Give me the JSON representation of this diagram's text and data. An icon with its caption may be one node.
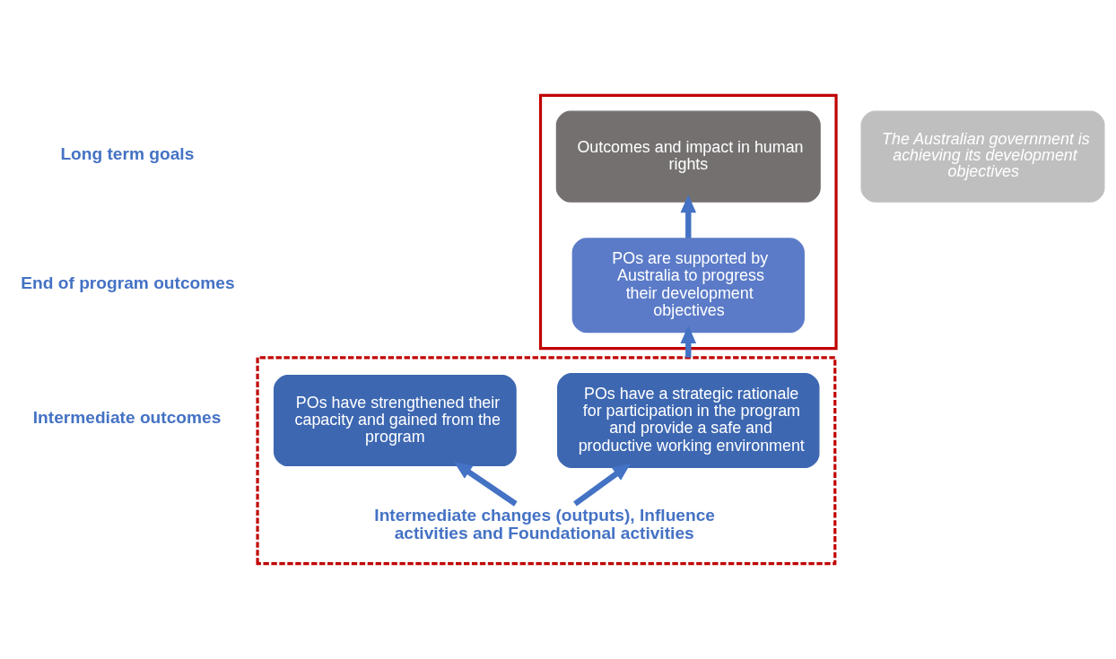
{
  "diagram": {
    "nodes": [
      {
        "text": [],
        "shape": "box"
      },
      {
        "text": [
          "Outcomes and impact in human rights"
        ],
        "in": 0
      },
      {
        "text": [
          "POs are supported by Australia to progress their development objectives"
        ],
        "in": 0
      },
      {
        "text": [
          "The Australian government is achieving its development objectives"
        ]
      },
      {
        "text": [],
        "shape": "box"
      },
      {
        "text": [
          "POs have strengthened their capacity and gained from the program"
        ],
        "in": 4
      },
      {
        "text": [
          "POs have a strategic rationale for participation in the program and provide a safe and productive working environment"
        ],
        "in": 4
      },
      {
        "text": [
          "Intermediate changes (outputs), Influence activities and Foundational activities"
        ],
        "in": 4
      }
    ],
    "edges": [
      {
        "from": 2,
        "to": 1,
        "arrow": "to"
      },
      {
        "from": 4,
        "to": 2,
        "arrow": "to"
      },
      {
        "from": 7,
        "to": 5,
        "arrow": "to"
      },
      {
        "from": 7,
        "to": 6,
        "arrow": "to"
      }
    ],
    "labels": [
      "Long term goals",
      "End of program outcomes",
      "Intermediate outcomes"
    ]
  }
}
